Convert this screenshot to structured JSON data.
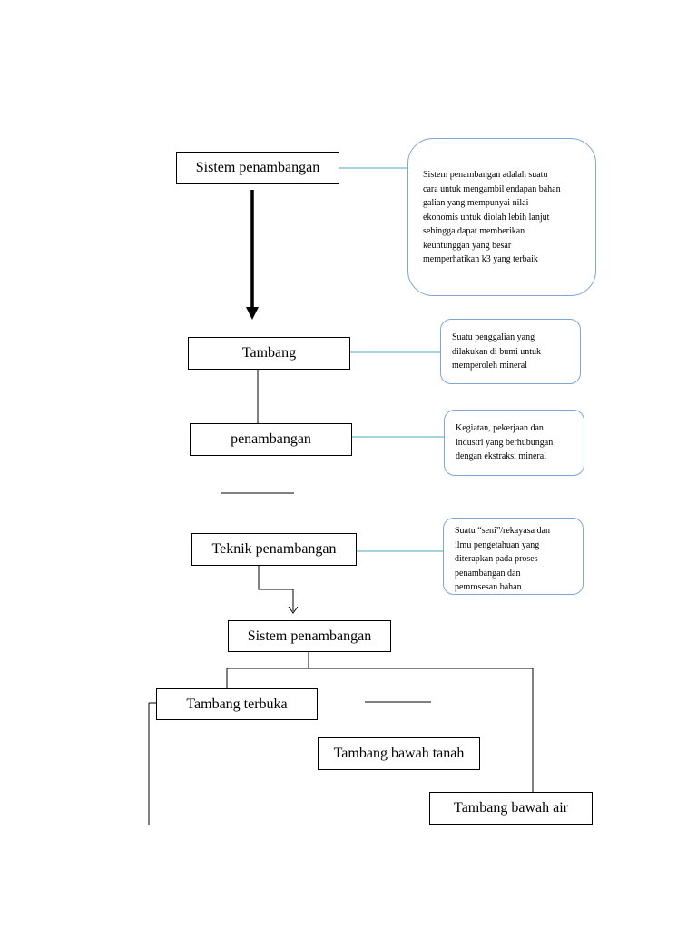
{
  "nodes": {
    "sistem_top": "Sistem penambangan",
    "tambang": "Tambang",
    "penambangan": "penambangan",
    "teknik": "Teknik penambangan",
    "sistem_mid": "Sistem penambangan",
    "terbuka": "Tambang terbuka",
    "bawah_tanah": "Tambang bawah tanah",
    "bawah_air": "Tambang bawah air"
  },
  "notes": {
    "sistem": [
      "Sistem penambangan adalah suatu",
      "cara untuk mengambil endapan bahan",
      "galian yang mempunyai nilai",
      "ekonomis untuk diolah lebih lanjut",
      "sehingga dapat memberikan",
      "keuntunggan yang besar",
      "memperhatikan k3 yang  terbaik"
    ],
    "tambang": [
      "Suatu penggalian yang",
      "dilakukan di bumi untuk",
      "memperoleh mineral"
    ],
    "penambangan": [
      "Kegiatan, pekerjaan dan",
      "industri yang berhubungan",
      "dengan ekstraksi mineral"
    ],
    "teknik": [
      "Suatu “seni”/rekayasa dan",
      "ilmu pengetahuan yang",
      "diterapkan pada proses",
      "penambangan dan",
      "pemrosesan bahan"
    ]
  },
  "colors": {
    "connector": "#000000",
    "note_border": "#7fa6d6",
    "note_connector": "#4aa8c8"
  }
}
